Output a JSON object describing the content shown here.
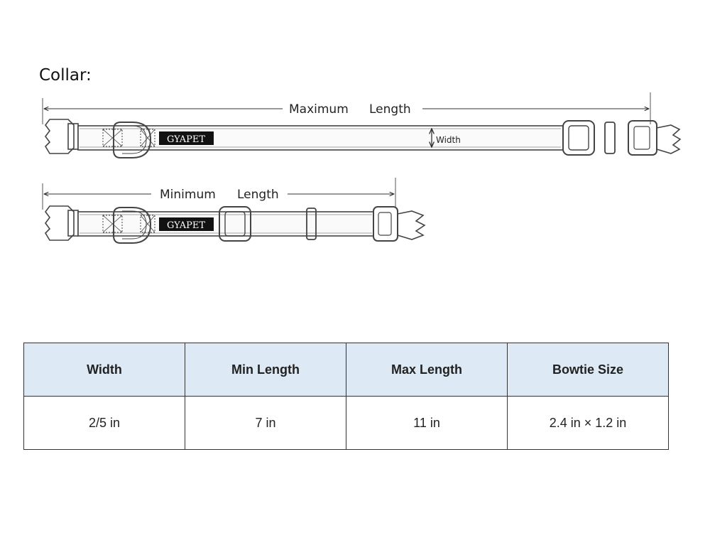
{
  "title": "Collar:",
  "diagram": {
    "max_length_label_1": "Maximum",
    "max_length_label_2": "Length",
    "min_length_label_1": "Minimum",
    "min_length_label_2": "Length",
    "width_label": "Width",
    "brand_label": "GYAPET"
  },
  "table": {
    "header_bg": "#dde9f5",
    "columns": [
      "Width",
      "Min Length",
      "Max Length",
      "Bowtie Size"
    ],
    "rows": [
      [
        "2/5 in",
        "7 in",
        "11 in",
        "2.4 in × 1.2 in"
      ]
    ]
  }
}
